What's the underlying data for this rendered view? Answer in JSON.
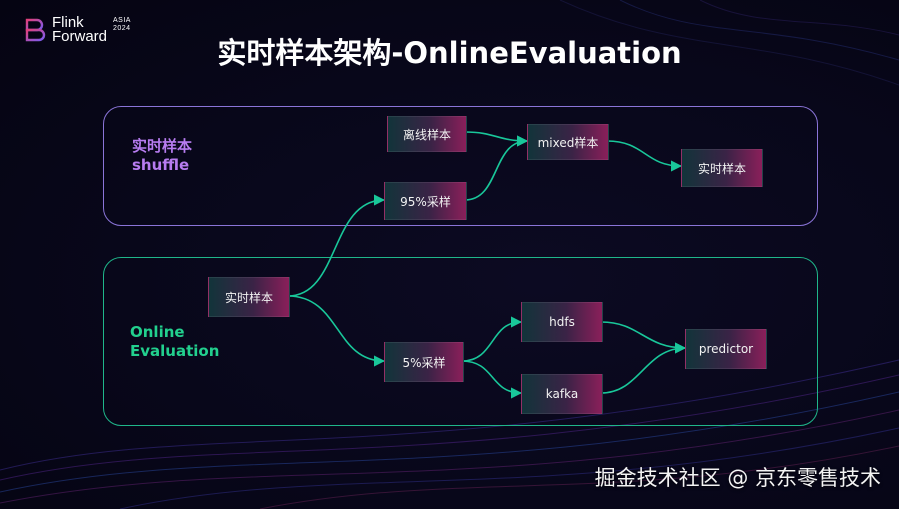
{
  "logo": {
    "line1": "Flink",
    "line2": "Forward",
    "tag_line1": "ASIA",
    "tag_line2": "2024"
  },
  "title": "实时样本架构-OnlineEvaluation",
  "groups": {
    "shuffle": {
      "label_line1": "实时样本",
      "label_line2": "shuffle",
      "color": "#b77cf0"
    },
    "evaluation": {
      "label_line1": "Online",
      "label_line2": "Evaluation",
      "color": "#22d08e"
    }
  },
  "nodes": {
    "offline_sample": "离线样本",
    "mixed_sample": "mixed样本",
    "realtime_sample_out": "实时样本",
    "sample_95": "95%采样",
    "realtime_sample_src": "实时样本",
    "sample_5": "5%采样",
    "hdfs": "hdfs",
    "kafka": "kafka",
    "predictor": "predictor"
  },
  "edges": [
    [
      "offline_sample",
      "mixed_sample"
    ],
    [
      "sample_95",
      "mixed_sample"
    ],
    [
      "mixed_sample",
      "realtime_sample_out"
    ],
    [
      "realtime_sample_src",
      "sample_95"
    ],
    [
      "realtime_sample_src",
      "sample_5"
    ],
    [
      "sample_5",
      "hdfs"
    ],
    [
      "sample_5",
      "kafka"
    ],
    [
      "hdfs",
      "predictor"
    ],
    [
      "kafka",
      "predictor"
    ]
  ],
  "colors": {
    "arrow": "#19c79a",
    "accent_pink": "#c2185b"
  },
  "watermark": "掘金技术社区 @ 京东零售技术"
}
